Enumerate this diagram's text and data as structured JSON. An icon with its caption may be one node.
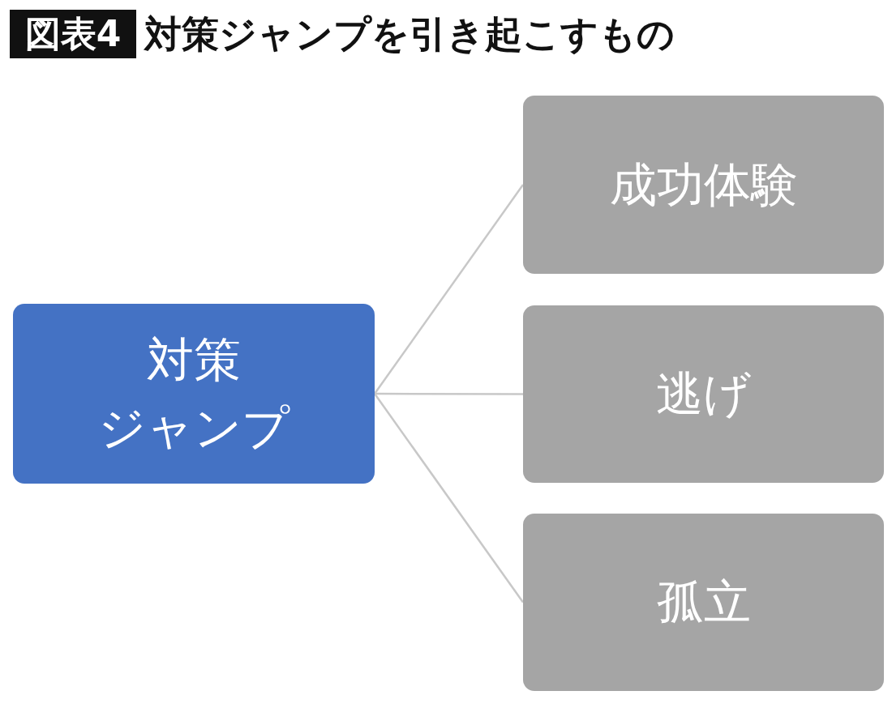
{
  "diagram": {
    "title": "対策ジャンプを引き起こすもの",
    "nodes": [
      {
        "text": [
          "対策",
          "ジャンプ"
        ]
      },
      {
        "text": [
          "成功体験"
        ]
      },
      {
        "text": [
          "逃げ"
        ]
      },
      {
        "text": [
          "孤立"
        ]
      }
    ],
    "edges": [
      {
        "from": 0,
        "to": 1,
        "arrow": "none"
      },
      {
        "from": 0,
        "to": 2,
        "arrow": "none"
      },
      {
        "from": 0,
        "to": 3,
        "arrow": "none"
      }
    ],
    "labels": [
      "図表4"
    ]
  }
}
